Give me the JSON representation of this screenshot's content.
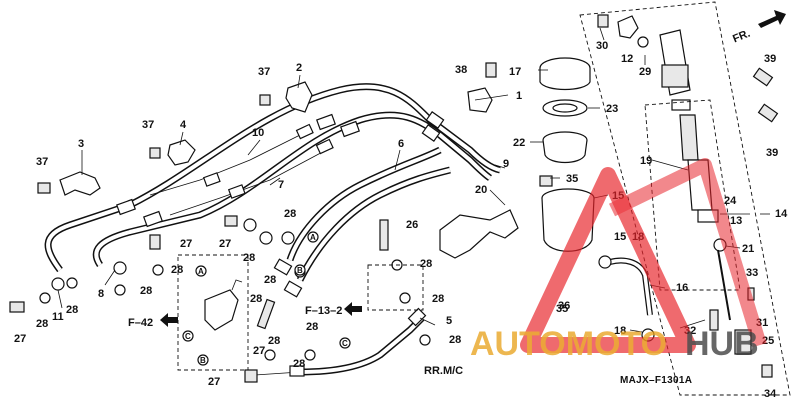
{
  "diagram_code": "MAJX–F1301A",
  "direction_label": "FR.",
  "section_label": "RR.M/C",
  "references": [
    "F–42",
    "F–13–2"
  ],
  "circle_labels": [
    "A",
    "B",
    "C"
  ],
  "watermark": {
    "text_a": "AUTOMOTO",
    "text_b": "HUB",
    "color_a": "#e8a21c",
    "color_b": "#3a3a3a",
    "triangle_color": "#e8232a"
  },
  "part_numbers": [
    "1",
    "2",
    "3",
    "4",
    "5",
    "6",
    "7",
    "8",
    "9",
    "10",
    "11",
    "12",
    "13",
    "14",
    "15",
    "16",
    "17",
    "18",
    "19",
    "20",
    "21",
    "22",
    "23",
    "24",
    "25",
    "26",
    "27",
    "28",
    "29",
    "30",
    "31",
    "32",
    "33",
    "34",
    "35",
    "36",
    "37",
    "38",
    "39"
  ]
}
